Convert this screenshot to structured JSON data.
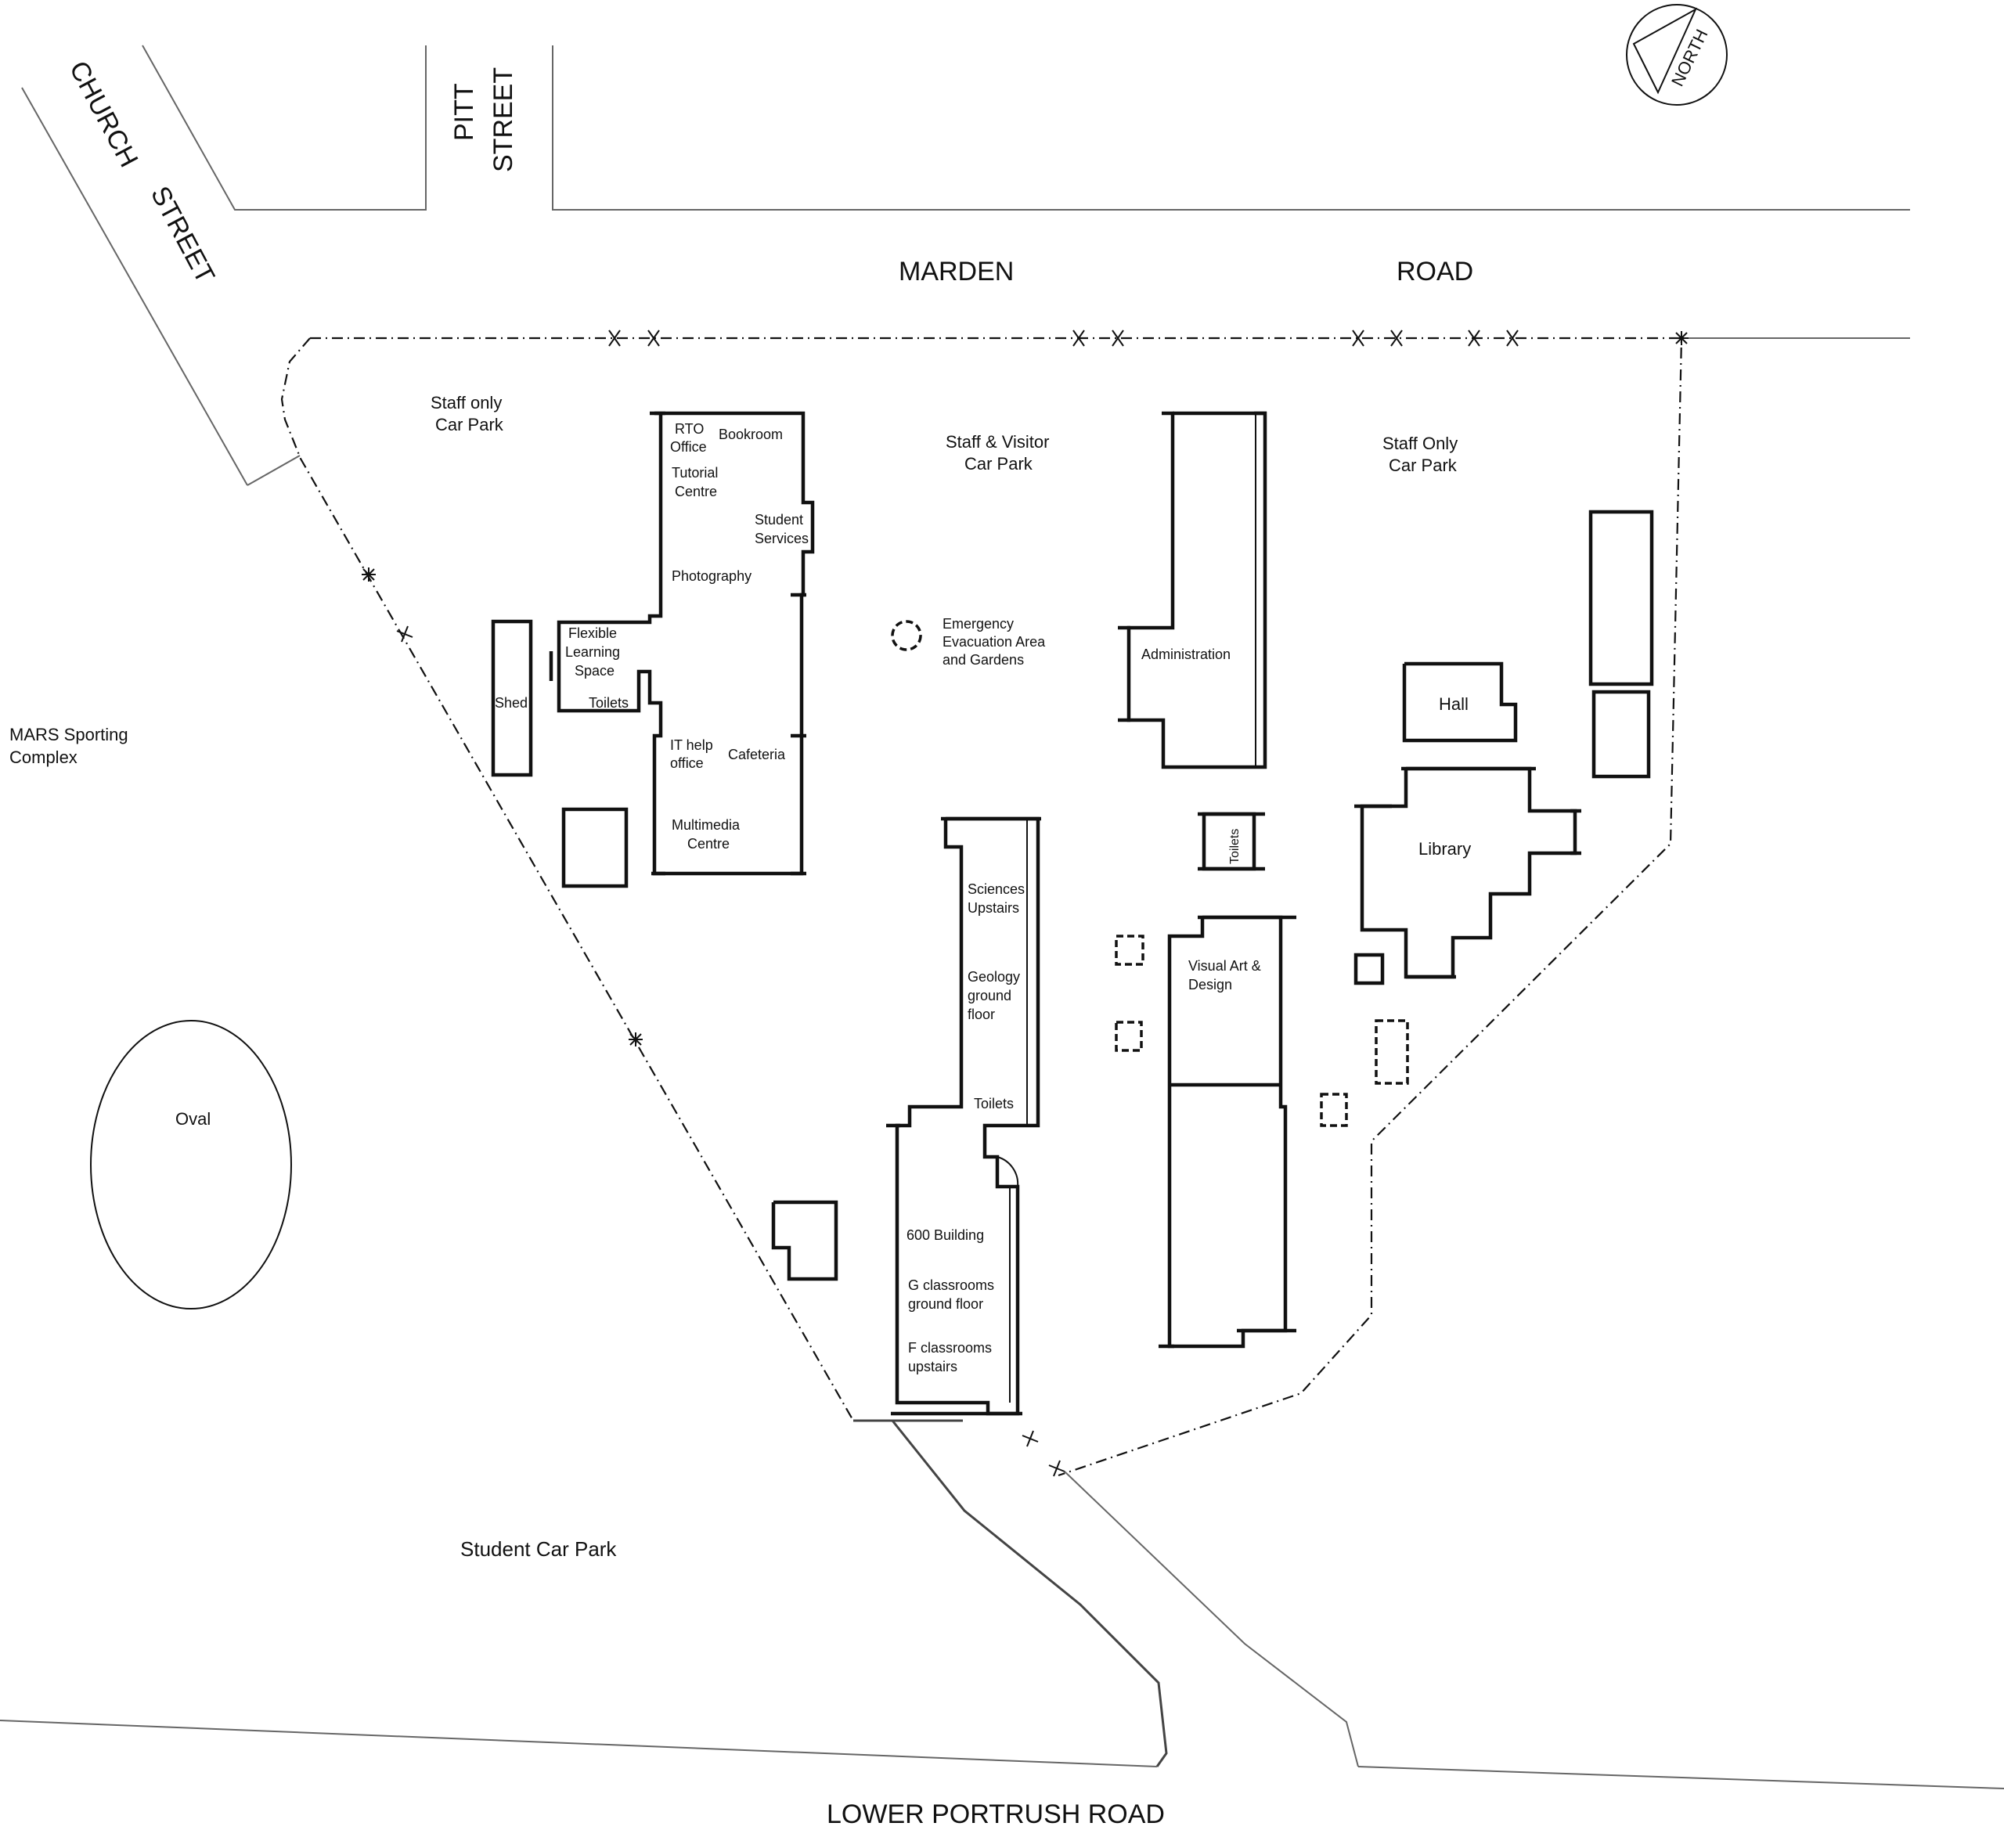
{
  "roads": {
    "church_street_1": "CHURCH",
    "church_street_2": "STREET",
    "pitt_street_1": "PITT",
    "pitt_street_2": "STREET",
    "marden_road_1": "MARDEN",
    "marden_road_2": "ROAD",
    "lower_portrush_road": "LOWER PORTRUSH ROAD"
  },
  "compass": {
    "label": "NORTH"
  },
  "areas": {
    "staff_only_car_park_west": [
      "Staff only",
      "Car Park"
    ],
    "staff_visitor_car_park": [
      "Staff & Visitor",
      "Car Park"
    ],
    "staff_only_car_park_east": [
      "Staff Only",
      "Car Park"
    ],
    "emergency_evacuation": [
      "Emergency",
      "Evacuation Area",
      "and Gardens"
    ],
    "mars_sporting_complex": [
      "MARS Sporting",
      "Complex"
    ],
    "oval": "Oval",
    "student_car_park": "Student Car Park"
  },
  "buildings": {
    "rto_office": [
      "RTO",
      "Office"
    ],
    "bookroom": "Bookroom",
    "tutorial_centre": [
      "Tutorial",
      "Centre"
    ],
    "student_services": [
      "Student",
      "Services"
    ],
    "photography": "Photography",
    "flexible_learning": [
      "Flexible",
      "Learning",
      "Space"
    ],
    "toilets_west": "Toilets",
    "shed": "Shed",
    "it_help_office": [
      "IT help",
      "office"
    ],
    "cafeteria": "Cafeteria",
    "multimedia_centre": [
      "Multimedia",
      "Centre"
    ],
    "administration": "Administration",
    "hall": "Hall",
    "library": "Library",
    "toilets_centre": "Toilets",
    "sciences": [
      "Sciences",
      "Upstairs"
    ],
    "geology": [
      "Geology",
      "ground",
      "floor"
    ],
    "toilets_south": "Toilets",
    "building_600": "600 Building",
    "g_classrooms": [
      "G classrooms",
      "ground floor"
    ],
    "f_classrooms": [
      "F classrooms",
      "upstairs"
    ],
    "visual_art": [
      "Visual Art &",
      "Design"
    ]
  }
}
